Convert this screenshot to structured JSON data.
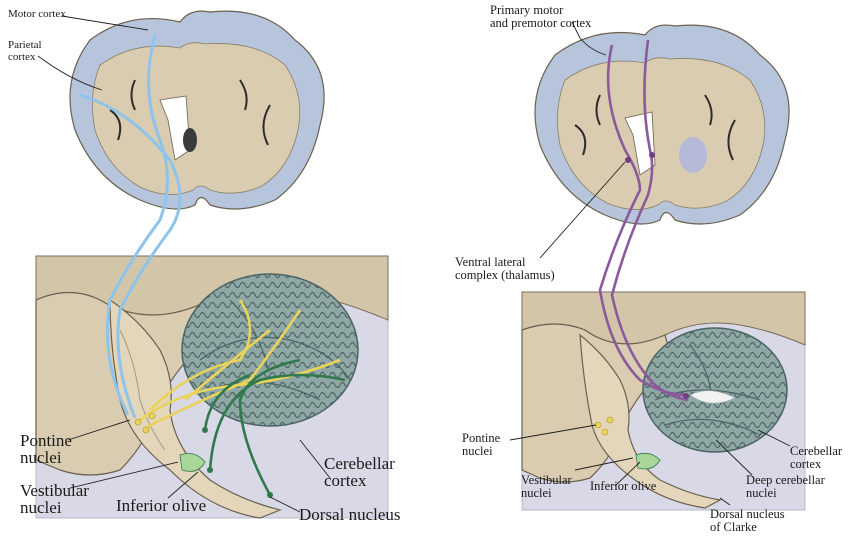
{
  "left_panel": {
    "labels": {
      "motor_cortex": "Motor cortex",
      "parietal_cortex": "Parietal\ncortex",
      "pontine_nuclei": "Pontine\nnuclei",
      "vestibular_nuclei": "Vestibular\nnuclei",
      "inferior_olive": "Inferior olive",
      "cerebellar_cortex": "Cerebellar\ncortex",
      "dorsal_nucleus": "Dorsal nucleus"
    }
  },
  "right_panel": {
    "labels": {
      "primary_motor": "Primary motor\nand premotor cortex",
      "ventral_lateral": "Ventral lateral\ncomplex (thalamus)",
      "pontine_nuclei": "Pontine\nnuclei",
      "vestibular_nuclei": "Vestibular\nnuclei",
      "inferior_olive": "Inferior olive",
      "cerebellar_cortex": "Cerebellar\ncortex",
      "deep_cerebellar_nuclei": "Deep cerebellar\nnuclei",
      "dorsal_nucleus_clarke": "Dorsal nucleus\nof Clarke"
    }
  },
  "colors": {
    "brain_tissue": "#d9ccb0",
    "brain_outline": "#6b6150",
    "gray_matter_blue": "#b7c5dc",
    "cerebellum_teal": "#8fa7a5",
    "cerebellum_dark": "#4c6464",
    "pathway_blue": "#8cc4ec",
    "pathway_yellow": "#e9d35a",
    "pathway_green": "#2f7a4c",
    "pathway_purple": "#8a5a9c",
    "background_lavender": "#d8d8e6"
  }
}
